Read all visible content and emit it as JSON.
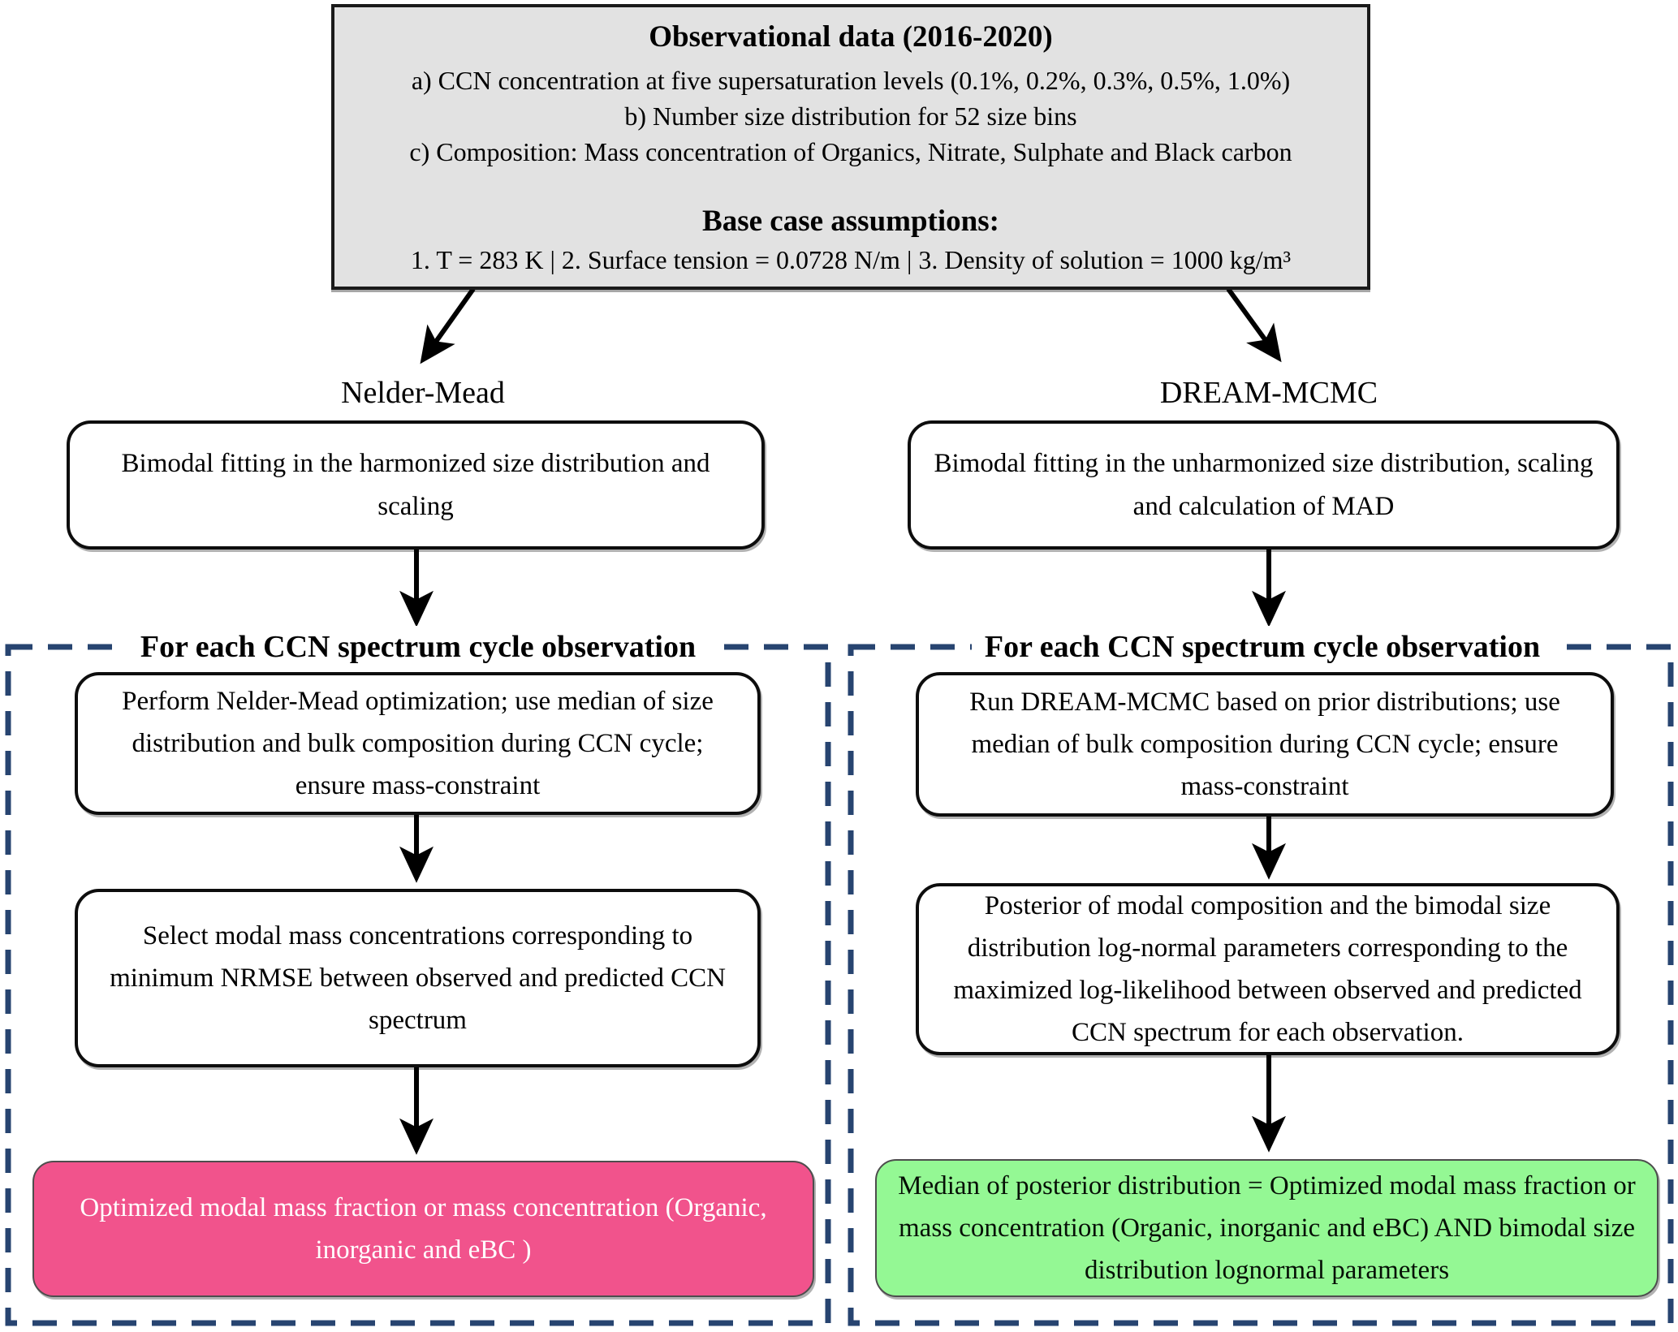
{
  "colors": {
    "top_box_bg": "#e2e2e2",
    "box_border": "#0d0d0d",
    "dashed_border": "#274470",
    "result_left_bg": "#f1538c",
    "result_left_text": "#ffffff",
    "result_right_bg": "#94f894",
    "result_right_text": "#061006",
    "arrow": "#000000"
  },
  "top_box": {
    "title": "Observational data (2016-2020)",
    "items": [
      "a) CCN concentration at five supersaturation levels (0.1%, 0.2%, 0.3%, 0.5%, 1.0%)",
      "b) Number size distribution for 52 size bins",
      "c) Composition: Mass concentration of Organics,  Nitrate,  Sulphate and Black carbon"
    ],
    "assumptions_title": "Base case assumptions:",
    "assumptions": "1. T = 283 K | 2. Surface tension = 0.0728 N/m | 3. Density of solution = 1000 kg/m³"
  },
  "left": {
    "method_label": "Nelder-Mead",
    "fitting": "Bimodal fitting in the harmonized size distribution and scaling",
    "loop_header": "For each CCN spectrum cycle observation",
    "step1": "Perform Nelder-Mead optimization; use median of size distribution and bulk composition during CCN cycle; ensure mass-constraint",
    "step2": "Select modal mass concentrations corresponding to minimum NRMSE between observed and predicted CCN spectrum",
    "result": "Optimized modal mass fraction or mass concentration (Organic, inorganic and eBC )"
  },
  "right": {
    "method_label": "DREAM-MCMC",
    "fitting": "Bimodal fitting in the unharmonized size distribution, scaling and calculation of MAD",
    "loop_header": "For each CCN spectrum cycle observation",
    "step1": "Run DREAM-MCMC based on prior distributions; use median of bulk composition during CCN cycle; ensure mass-constraint",
    "step2": "Posterior of modal composition and the bimodal size distribution log-normal parameters corresponding to the maximized log-likelihood between observed and predicted CCN spectrum for each observation.",
    "result": "Median of posterior distribution  = Optimized modal mass fraction or mass concentration (Organic, inorganic and eBC) AND bimodal size distribution lognormal parameters"
  }
}
